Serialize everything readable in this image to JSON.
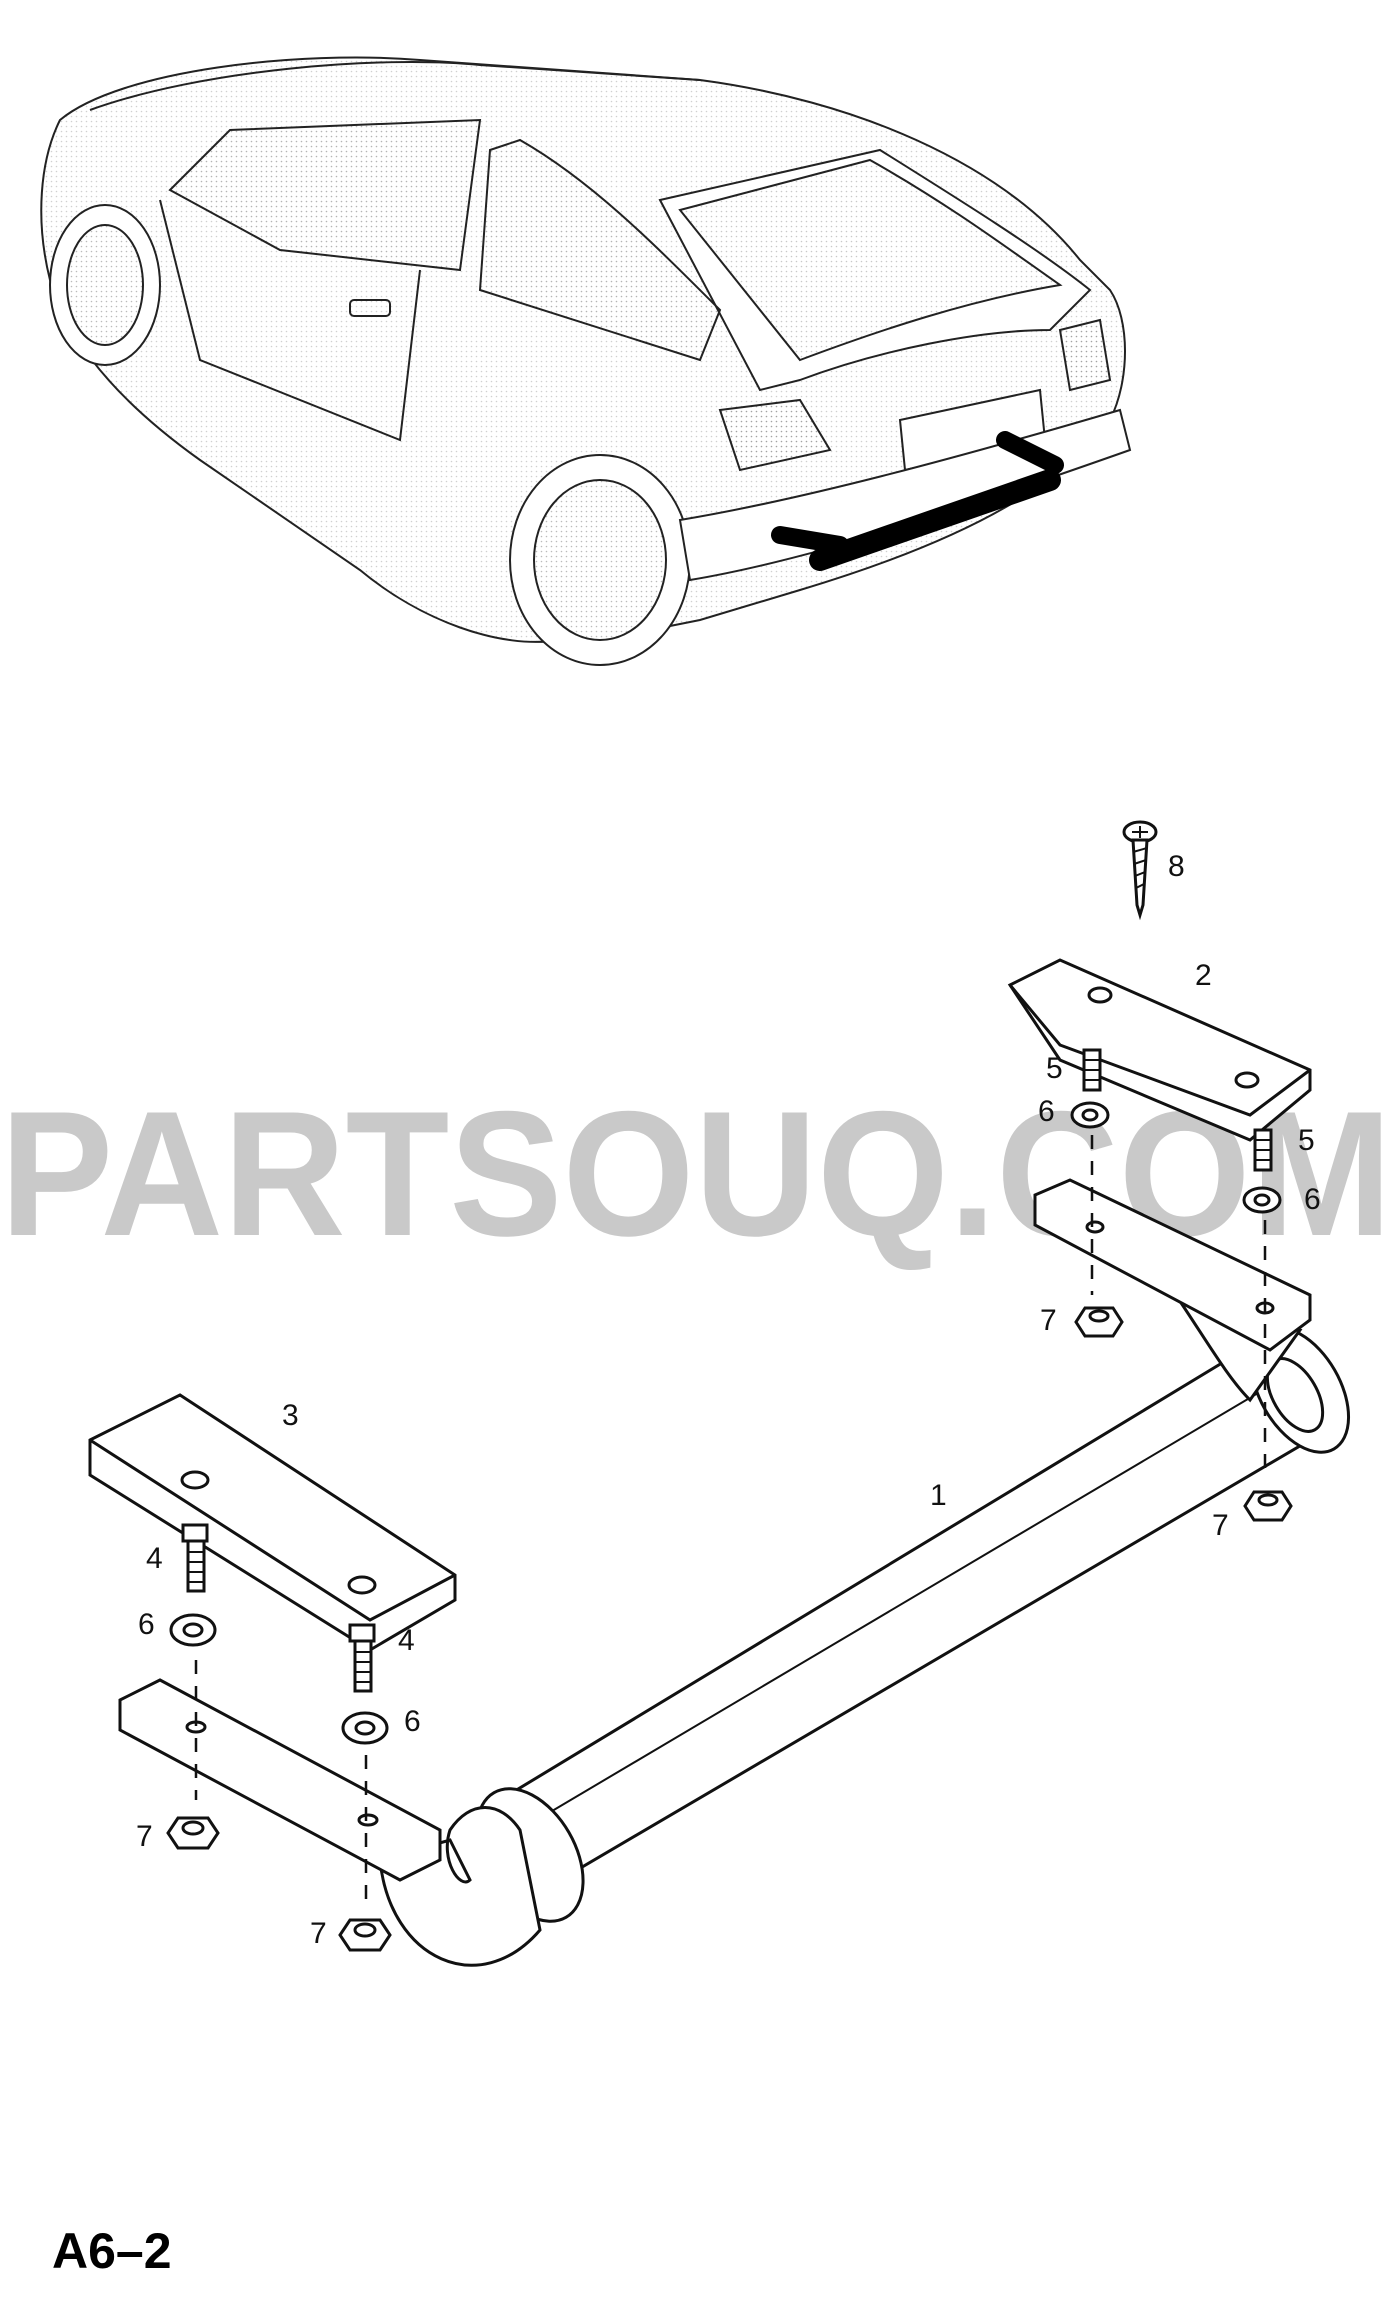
{
  "watermark": "PARTSOUQ.COM",
  "page_id": "A6–2",
  "callouts": {
    "c1": "1",
    "c2": "2",
    "c3": "3",
    "c4a": "4",
    "c4b": "4",
    "c5a": "5",
    "c5b": "5",
    "c6a": "6",
    "c6b": "6",
    "c6c": "6",
    "c6d": "6",
    "c7a": "7",
    "c7b": "7",
    "c7c": "7",
    "c7d": "7",
    "c8": "8"
  }
}
